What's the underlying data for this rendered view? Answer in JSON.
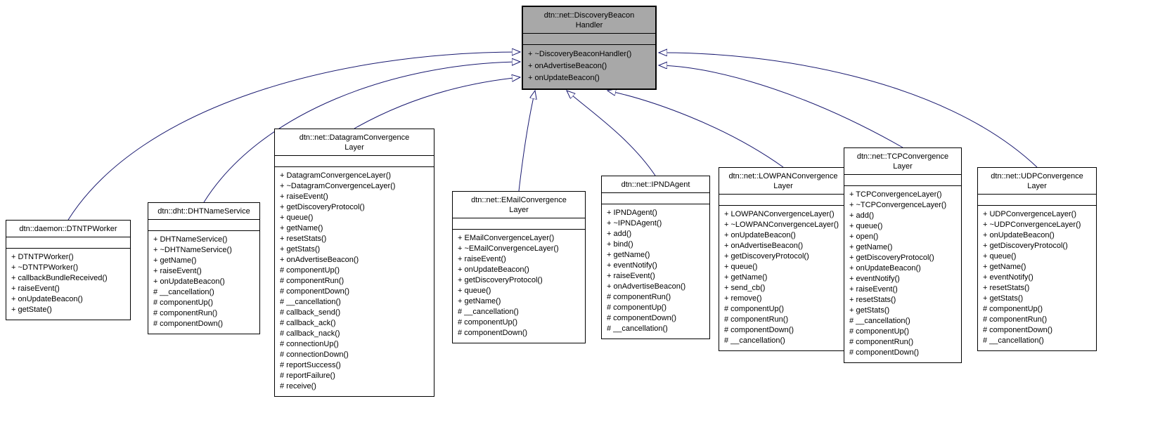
{
  "diagram": {
    "type": "uml-inheritance-graph",
    "colors": {
      "edge": "#191970",
      "node_border": "#000000",
      "node_fill": "#ffffff",
      "highlight_fill": "#a8a8a8",
      "text": "#000000"
    },
    "classes": [
      {
        "id": "discovery-beacon-handler",
        "title_lines": [
          "dtn::net::DiscoveryBeacon",
          "Handler"
        ],
        "highlight": true,
        "methods": [
          "+ ~DiscoveryBeaconHandler()",
          "+ onAdvertiseBeacon()",
          "+ onUpdateBeacon()"
        ]
      },
      {
        "id": "dtntp-worker",
        "title_lines": [
          "dtn::daemon::DTNTPWorker"
        ],
        "highlight": false,
        "methods": [
          "+ DTNTPWorker()",
          "+ ~DTNTPWorker()",
          "+ callbackBundleReceived()",
          "+ raiseEvent()",
          "+ onUpdateBeacon()",
          "+ getState()"
        ]
      },
      {
        "id": "dht-name-service",
        "title_lines": [
          "dtn::dht::DHTNameService"
        ],
        "highlight": false,
        "methods": [
          "+ DHTNameService()",
          "+ ~DHTNameService()",
          "+ getName()",
          "+ raiseEvent()",
          "+ onUpdateBeacon()",
          "# __cancellation()",
          "# componentUp()",
          "# componentRun()",
          "# componentDown()"
        ]
      },
      {
        "id": "datagram-convergence-layer",
        "title_lines": [
          "dtn::net::DatagramConvergence",
          "Layer"
        ],
        "highlight": false,
        "methods": [
          "+ DatagramConvergenceLayer()",
          "+ ~DatagramConvergenceLayer()",
          "+ raiseEvent()",
          "+ getDiscoveryProtocol()",
          "+ queue()",
          "+ getName()",
          "+ resetStats()",
          "+ getStats()",
          "+ onAdvertiseBeacon()",
          "# componentUp()",
          "# componentRun()",
          "# componentDown()",
          "# __cancellation()",
          "# callback_send()",
          "# callback_ack()",
          "# callback_nack()",
          "# connectionUp()",
          "# connectionDown()",
          "# reportSuccess()",
          "# reportFailure()",
          "# receive()"
        ]
      },
      {
        "id": "email-convergence-layer",
        "title_lines": [
          "dtn::net::EMailConvergence",
          "Layer"
        ],
        "highlight": false,
        "methods": [
          "+ EMailConvergenceLayer()",
          "+ ~EMailConvergenceLayer()",
          "+ raiseEvent()",
          "+ onUpdateBeacon()",
          "+ getDiscoveryProtocol()",
          "+ queue()",
          "+ getName()",
          "# __cancellation()",
          "# componentUp()",
          "# componentDown()"
        ]
      },
      {
        "id": "ipnd-agent",
        "title_lines": [
          "dtn::net::IPNDAgent"
        ],
        "highlight": false,
        "methods": [
          "+ IPNDAgent()",
          "+ ~IPNDAgent()",
          "+ add()",
          "+ bind()",
          "+ getName()",
          "+ eventNotify()",
          "+ raiseEvent()",
          "+ onAdvertiseBeacon()",
          "# componentRun()",
          "# componentUp()",
          "# componentDown()",
          "# __cancellation()"
        ]
      },
      {
        "id": "lowpan-convergence-layer",
        "title_lines": [
          "dtn::net::LOWPANConvergence",
          "Layer"
        ],
        "highlight": false,
        "methods": [
          "+ LOWPANConvergenceLayer()",
          "+ ~LOWPANConvergenceLayer()",
          "+ onUpdateBeacon()",
          "+ onAdvertiseBeacon()",
          "+ getDiscoveryProtocol()",
          "+ queue()",
          "+ getName()",
          "+ send_cb()",
          "+ remove()",
          "# componentUp()",
          "# componentRun()",
          "# componentDown()",
          "# __cancellation()"
        ]
      },
      {
        "id": "tcp-convergence-layer",
        "title_lines": [
          "dtn::net::TCPConvergence",
          "Layer"
        ],
        "highlight": false,
        "methods": [
          "+ TCPConvergenceLayer()",
          "+ ~TCPConvergenceLayer()",
          "+ add()",
          "+ queue()",
          "+ open()",
          "+ getName()",
          "+ getDiscoveryProtocol()",
          "+ onUpdateBeacon()",
          "+ eventNotify()",
          "+ raiseEvent()",
          "+ resetStats()",
          "+ getStats()",
          "# __cancellation()",
          "# componentUp()",
          "# componentRun()",
          "# componentDown()"
        ]
      },
      {
        "id": "udp-convergence-layer",
        "title_lines": [
          "dtn::net::UDPConvergence",
          "Layer"
        ],
        "highlight": false,
        "methods": [
          "+ UDPConvergenceLayer()",
          "+ ~UDPConvergenceLayer()",
          "+ onUpdateBeacon()",
          "+ getDiscoveryProtocol()",
          "+ queue()",
          "+ getName()",
          "+ eventNotify()",
          "+ resetStats()",
          "+ getStats()",
          "# componentUp()",
          "# componentRun()",
          "# componentDown()",
          "# __cancellation()"
        ]
      }
    ]
  }
}
